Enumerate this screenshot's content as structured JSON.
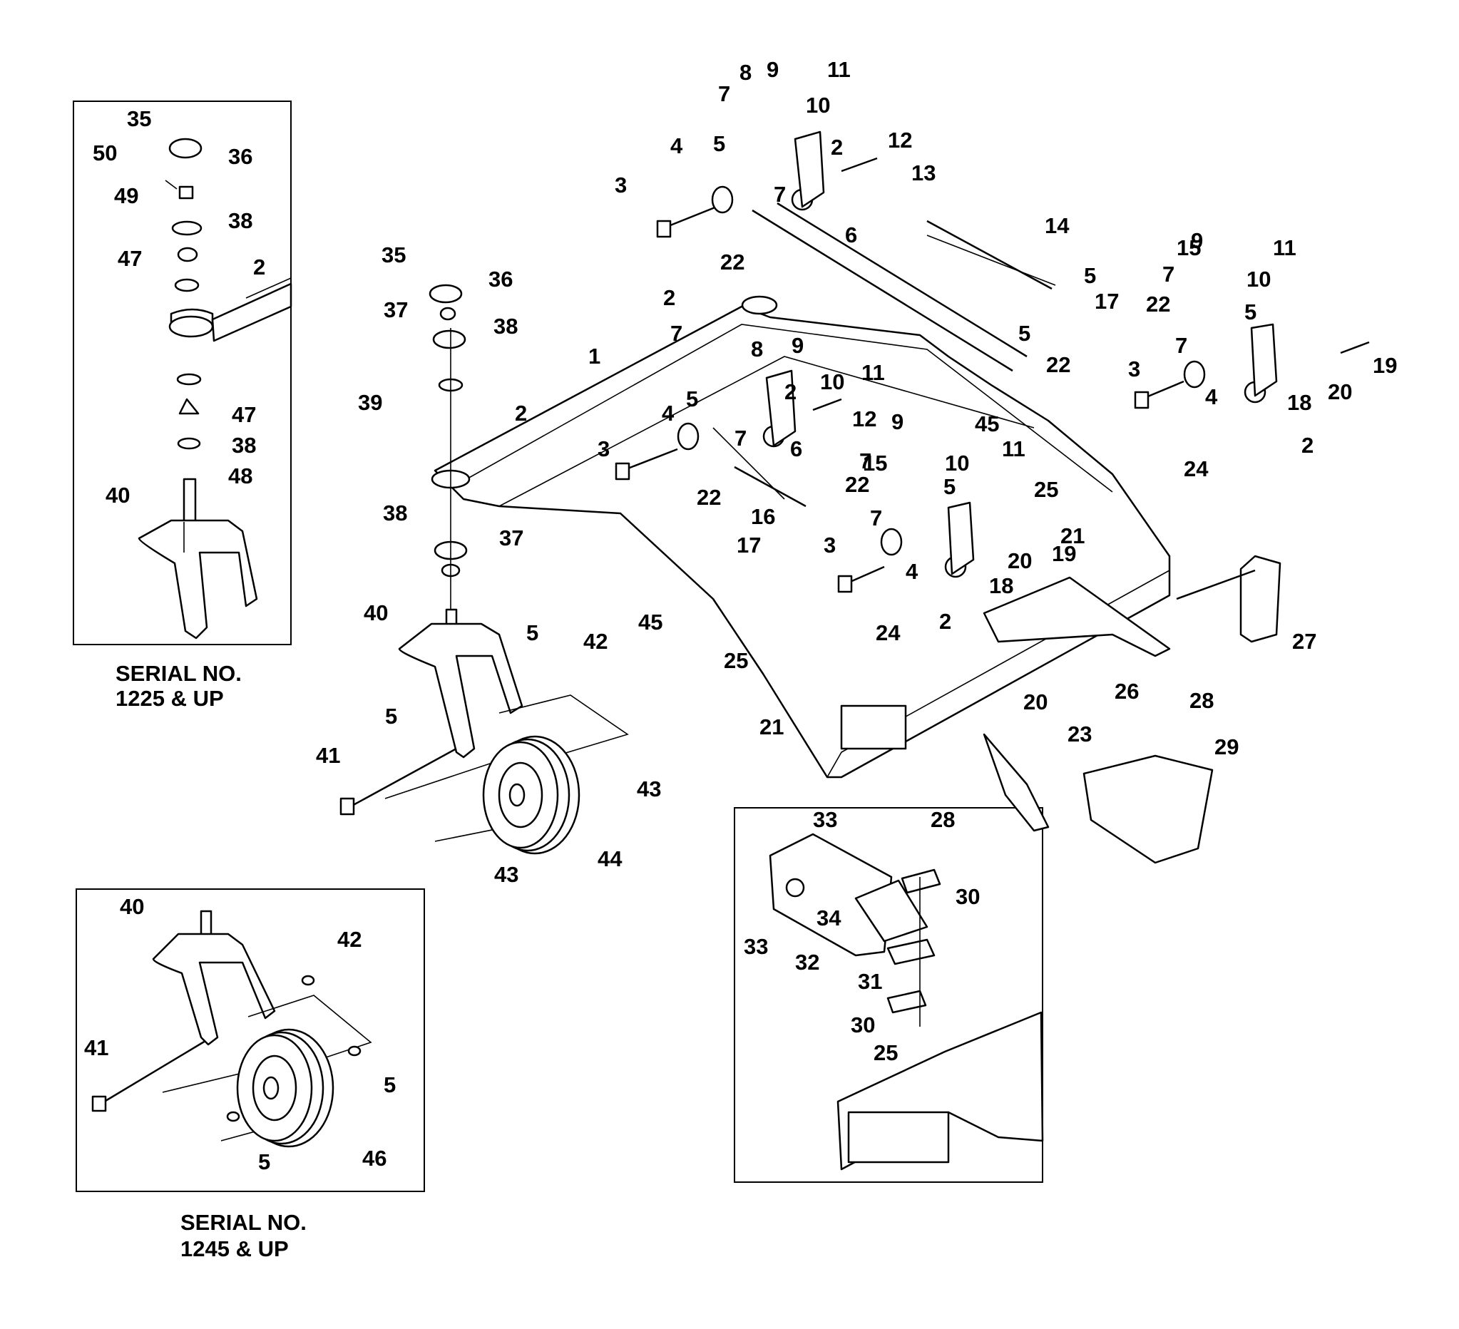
{
  "insets": {
    "top_left": {
      "caption_line1": "SERIAL NO.",
      "caption_line2": "1225 & UP"
    },
    "bottom_left": {
      "caption_line1": "SERIAL NO.",
      "caption_line2": "1245 & UP"
    }
  },
  "callouts": [
    {
      "label": "35"
    },
    {
      "label": "50"
    },
    {
      "label": "36"
    },
    {
      "label": "49"
    },
    {
      "label": "38"
    },
    {
      "label": "47"
    },
    {
      "label": "2"
    },
    {
      "label": "47"
    },
    {
      "label": "38"
    },
    {
      "label": "48"
    },
    {
      "label": "40"
    },
    {
      "label": "8"
    },
    {
      "label": "9"
    },
    {
      "label": "11"
    },
    {
      "label": "7"
    },
    {
      "label": "10"
    },
    {
      "label": "4"
    },
    {
      "label": "5"
    },
    {
      "label": "2"
    },
    {
      "label": "12"
    },
    {
      "label": "3"
    },
    {
      "label": "7"
    },
    {
      "label": "13"
    },
    {
      "label": "6"
    },
    {
      "label": "14"
    },
    {
      "label": "22"
    },
    {
      "label": "35"
    },
    {
      "label": "36"
    },
    {
      "label": "37"
    },
    {
      "label": "38"
    },
    {
      "label": "2"
    },
    {
      "label": "1"
    },
    {
      "label": "7"
    },
    {
      "label": "9"
    },
    {
      "label": "8"
    },
    {
      "label": "11"
    },
    {
      "label": "10"
    },
    {
      "label": "39"
    },
    {
      "label": "5"
    },
    {
      "label": "2"
    },
    {
      "label": "12"
    },
    {
      "label": "2"
    },
    {
      "label": "4"
    },
    {
      "label": "7"
    },
    {
      "label": "6"
    },
    {
      "label": "3"
    },
    {
      "label": "22"
    },
    {
      "label": "16"
    },
    {
      "label": "38"
    },
    {
      "label": "37"
    },
    {
      "label": "17"
    },
    {
      "label": "5"
    },
    {
      "label": "5"
    },
    {
      "label": "22"
    },
    {
      "label": "17"
    },
    {
      "label": "22"
    },
    {
      "label": "15"
    },
    {
      "label": "9"
    },
    {
      "label": "11"
    },
    {
      "label": "7"
    },
    {
      "label": "10"
    },
    {
      "label": "5"
    },
    {
      "label": "3"
    },
    {
      "label": "7"
    },
    {
      "label": "4"
    },
    {
      "label": "18"
    },
    {
      "label": "19"
    },
    {
      "label": "20"
    },
    {
      "label": "2"
    },
    {
      "label": "24"
    },
    {
      "label": "9"
    },
    {
      "label": "45"
    },
    {
      "label": "11"
    },
    {
      "label": "15"
    },
    {
      "label": "7"
    },
    {
      "label": "10"
    },
    {
      "label": "22"
    },
    {
      "label": "5"
    },
    {
      "label": "25"
    },
    {
      "label": "21"
    },
    {
      "label": "7"
    },
    {
      "label": "3"
    },
    {
      "label": "4"
    },
    {
      "label": "20"
    },
    {
      "label": "19"
    },
    {
      "label": "18"
    },
    {
      "label": "2"
    },
    {
      "label": "24"
    },
    {
      "label": "40"
    },
    {
      "label": "45"
    },
    {
      "label": "5"
    },
    {
      "label": "42"
    },
    {
      "label": "25"
    },
    {
      "label": "27"
    },
    {
      "label": "5"
    },
    {
      "label": "41"
    },
    {
      "label": "21"
    },
    {
      "label": "20"
    },
    {
      "label": "26"
    },
    {
      "label": "23"
    },
    {
      "label": "28"
    },
    {
      "label": "29"
    },
    {
      "label": "43"
    },
    {
      "label": "43"
    },
    {
      "label": "44"
    },
    {
      "label": "33"
    },
    {
      "label": "28"
    },
    {
      "label": "30"
    },
    {
      "label": "34"
    },
    {
      "label": "33"
    },
    {
      "label": "32"
    },
    {
      "label": "31"
    },
    {
      "label": "30"
    },
    {
      "label": "25"
    },
    {
      "label": "40"
    },
    {
      "label": "42"
    },
    {
      "label": "41"
    },
    {
      "label": "5"
    },
    {
      "label": "5"
    },
    {
      "label": "46"
    }
  ]
}
